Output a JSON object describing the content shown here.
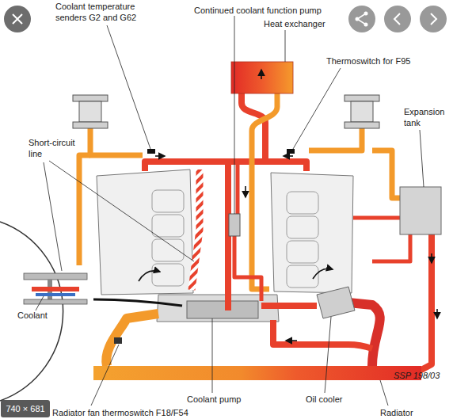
{
  "diagram": {
    "labels": [
      "Coolant temperature senders G2 and G62",
      "Continued coolant function pump",
      "Heat exchanger",
      "Thermoswitch for F95",
      "Expansion tank",
      "Short-circuit line",
      "Coolant",
      "740 × 681",
      "Coolant pump",
      "Oil cooler",
      "SSP 198/03",
      "Radiator fan thermoswitch F18/F54",
      "Radiator"
    ]
  }
}
